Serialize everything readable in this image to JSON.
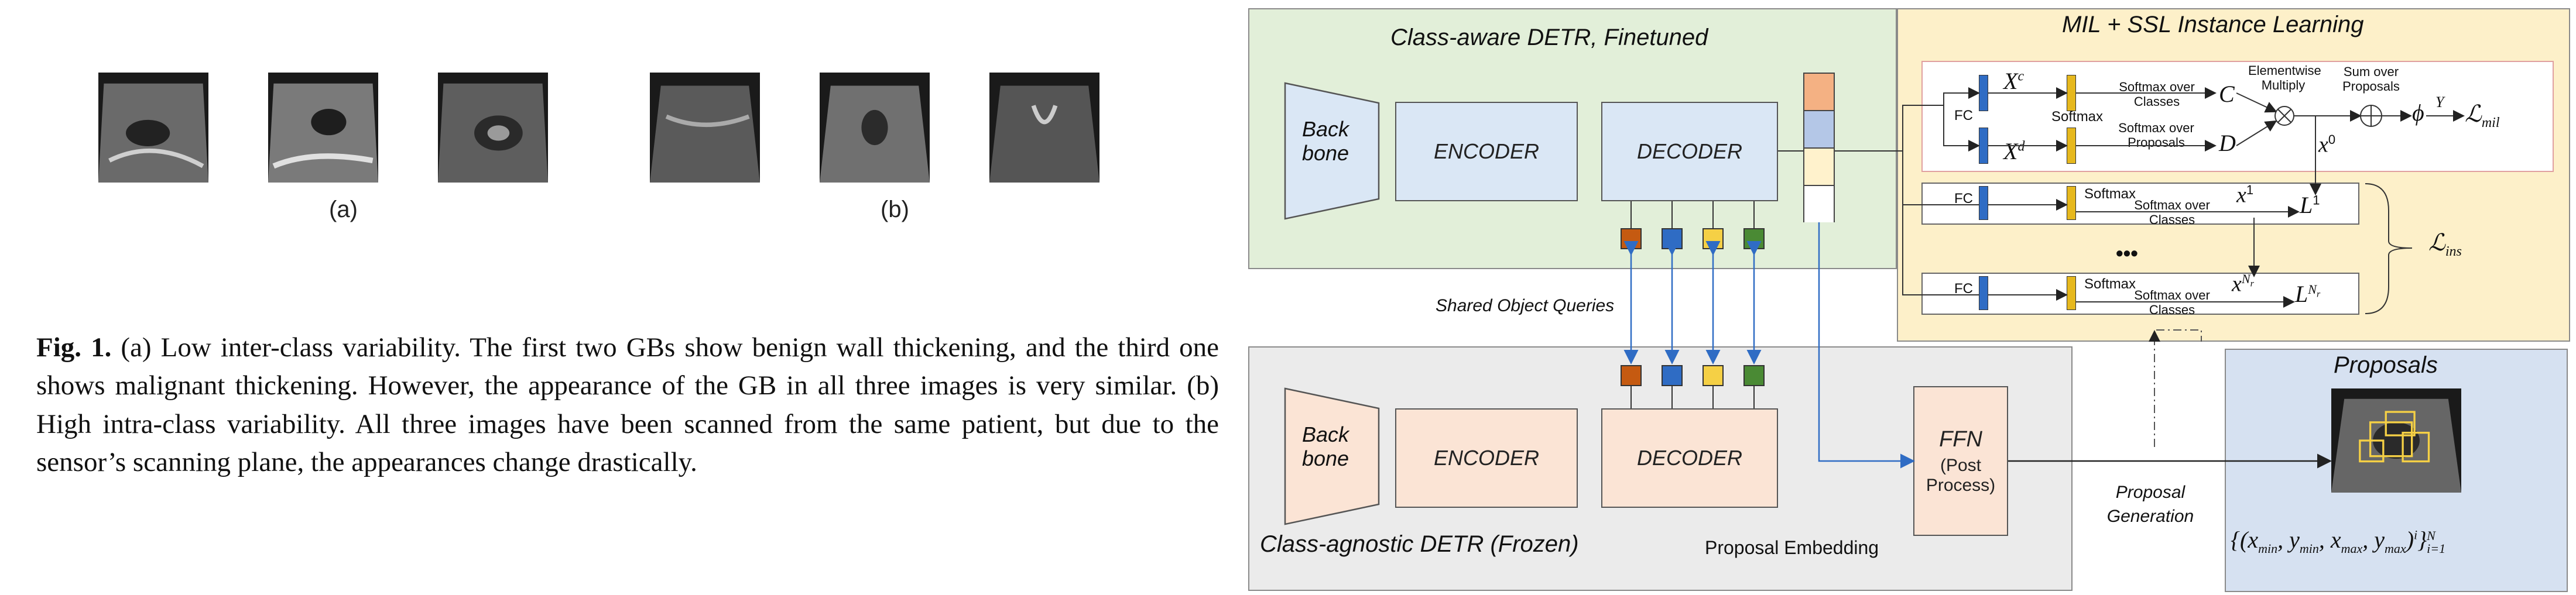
{
  "figure": {
    "panel_a_label": "(a)",
    "panel_b_label": "(b)",
    "caption": {
      "label": "Fig. 1.",
      "text": "(a) Low inter-class variability. The first two GBs show benign wall thickening, and the third one shows malignant thickening. However, the appearance of the GB in all three images is very similar. (b) High intra-class variability. All three images have been scanned from the same patient, but due to the sensor’s scanning plane, the appearances change drastically."
    }
  },
  "diagram": {
    "class_aware": {
      "title": "Class-aware DETR, Finetuned",
      "backbone": "Back bone",
      "encoder": "ENCODER",
      "decoder": "DECODER"
    },
    "class_agnostic": {
      "title": "Class-agnostic DETR (Frozen)",
      "backbone": "Back bone",
      "encoder": "ENCODER",
      "decoder": "DECODER",
      "ffn": "FFN",
      "ffn_sub": "(Post Process)",
      "proposal_embedding": "Proposal Embedding"
    },
    "shared_queries": "Shared Object Queries",
    "proposal_generation": "Proposal Generation",
    "mil": {
      "title": "MIL + SSL Instance Learning",
      "fc": "FC",
      "softmax": "Softmax",
      "softmax_classes": "Softmax over Classes",
      "softmax_proposals": "Softmax over Proposals",
      "elementwise": "Elementwise Multiply",
      "sum_over": "Sum over Proposals",
      "xc": "X^c",
      "xd": "X^d",
      "c": "C",
      "d": "D",
      "x0": "x^0",
      "phi": "ϕ",
      "y": "Y",
      "l_mil": "ℒ_mil",
      "x1": "x^1",
      "l1": "L^1",
      "xnr": "x^{N_r}",
      "lnr": "L^{N_r}",
      "ellipsis": "•••",
      "l_ins": "ℒ_ins"
    },
    "proposals": {
      "title": "Proposals",
      "formula": "{(x_min, y_min, x_max, y_max)^i}_{i=1}^N"
    },
    "colors": {
      "green_region": "#e2efd9",
      "gray_region": "#ebebeb",
      "yellow_region": "#fdf0c9",
      "blue_region": "#d6e1f1",
      "light_blue_box": "#dae7f5",
      "peach_box": "#fbe4d5",
      "query_orange": "#c55a11",
      "query_blue": "#2f6cc4",
      "query_yellow": "#f5d045",
      "query_green": "#4a8a34",
      "emb_orange": "#f4b183",
      "emb_blue": "#b4c7e7",
      "emb_yellow": "#fff2cc"
    }
  }
}
